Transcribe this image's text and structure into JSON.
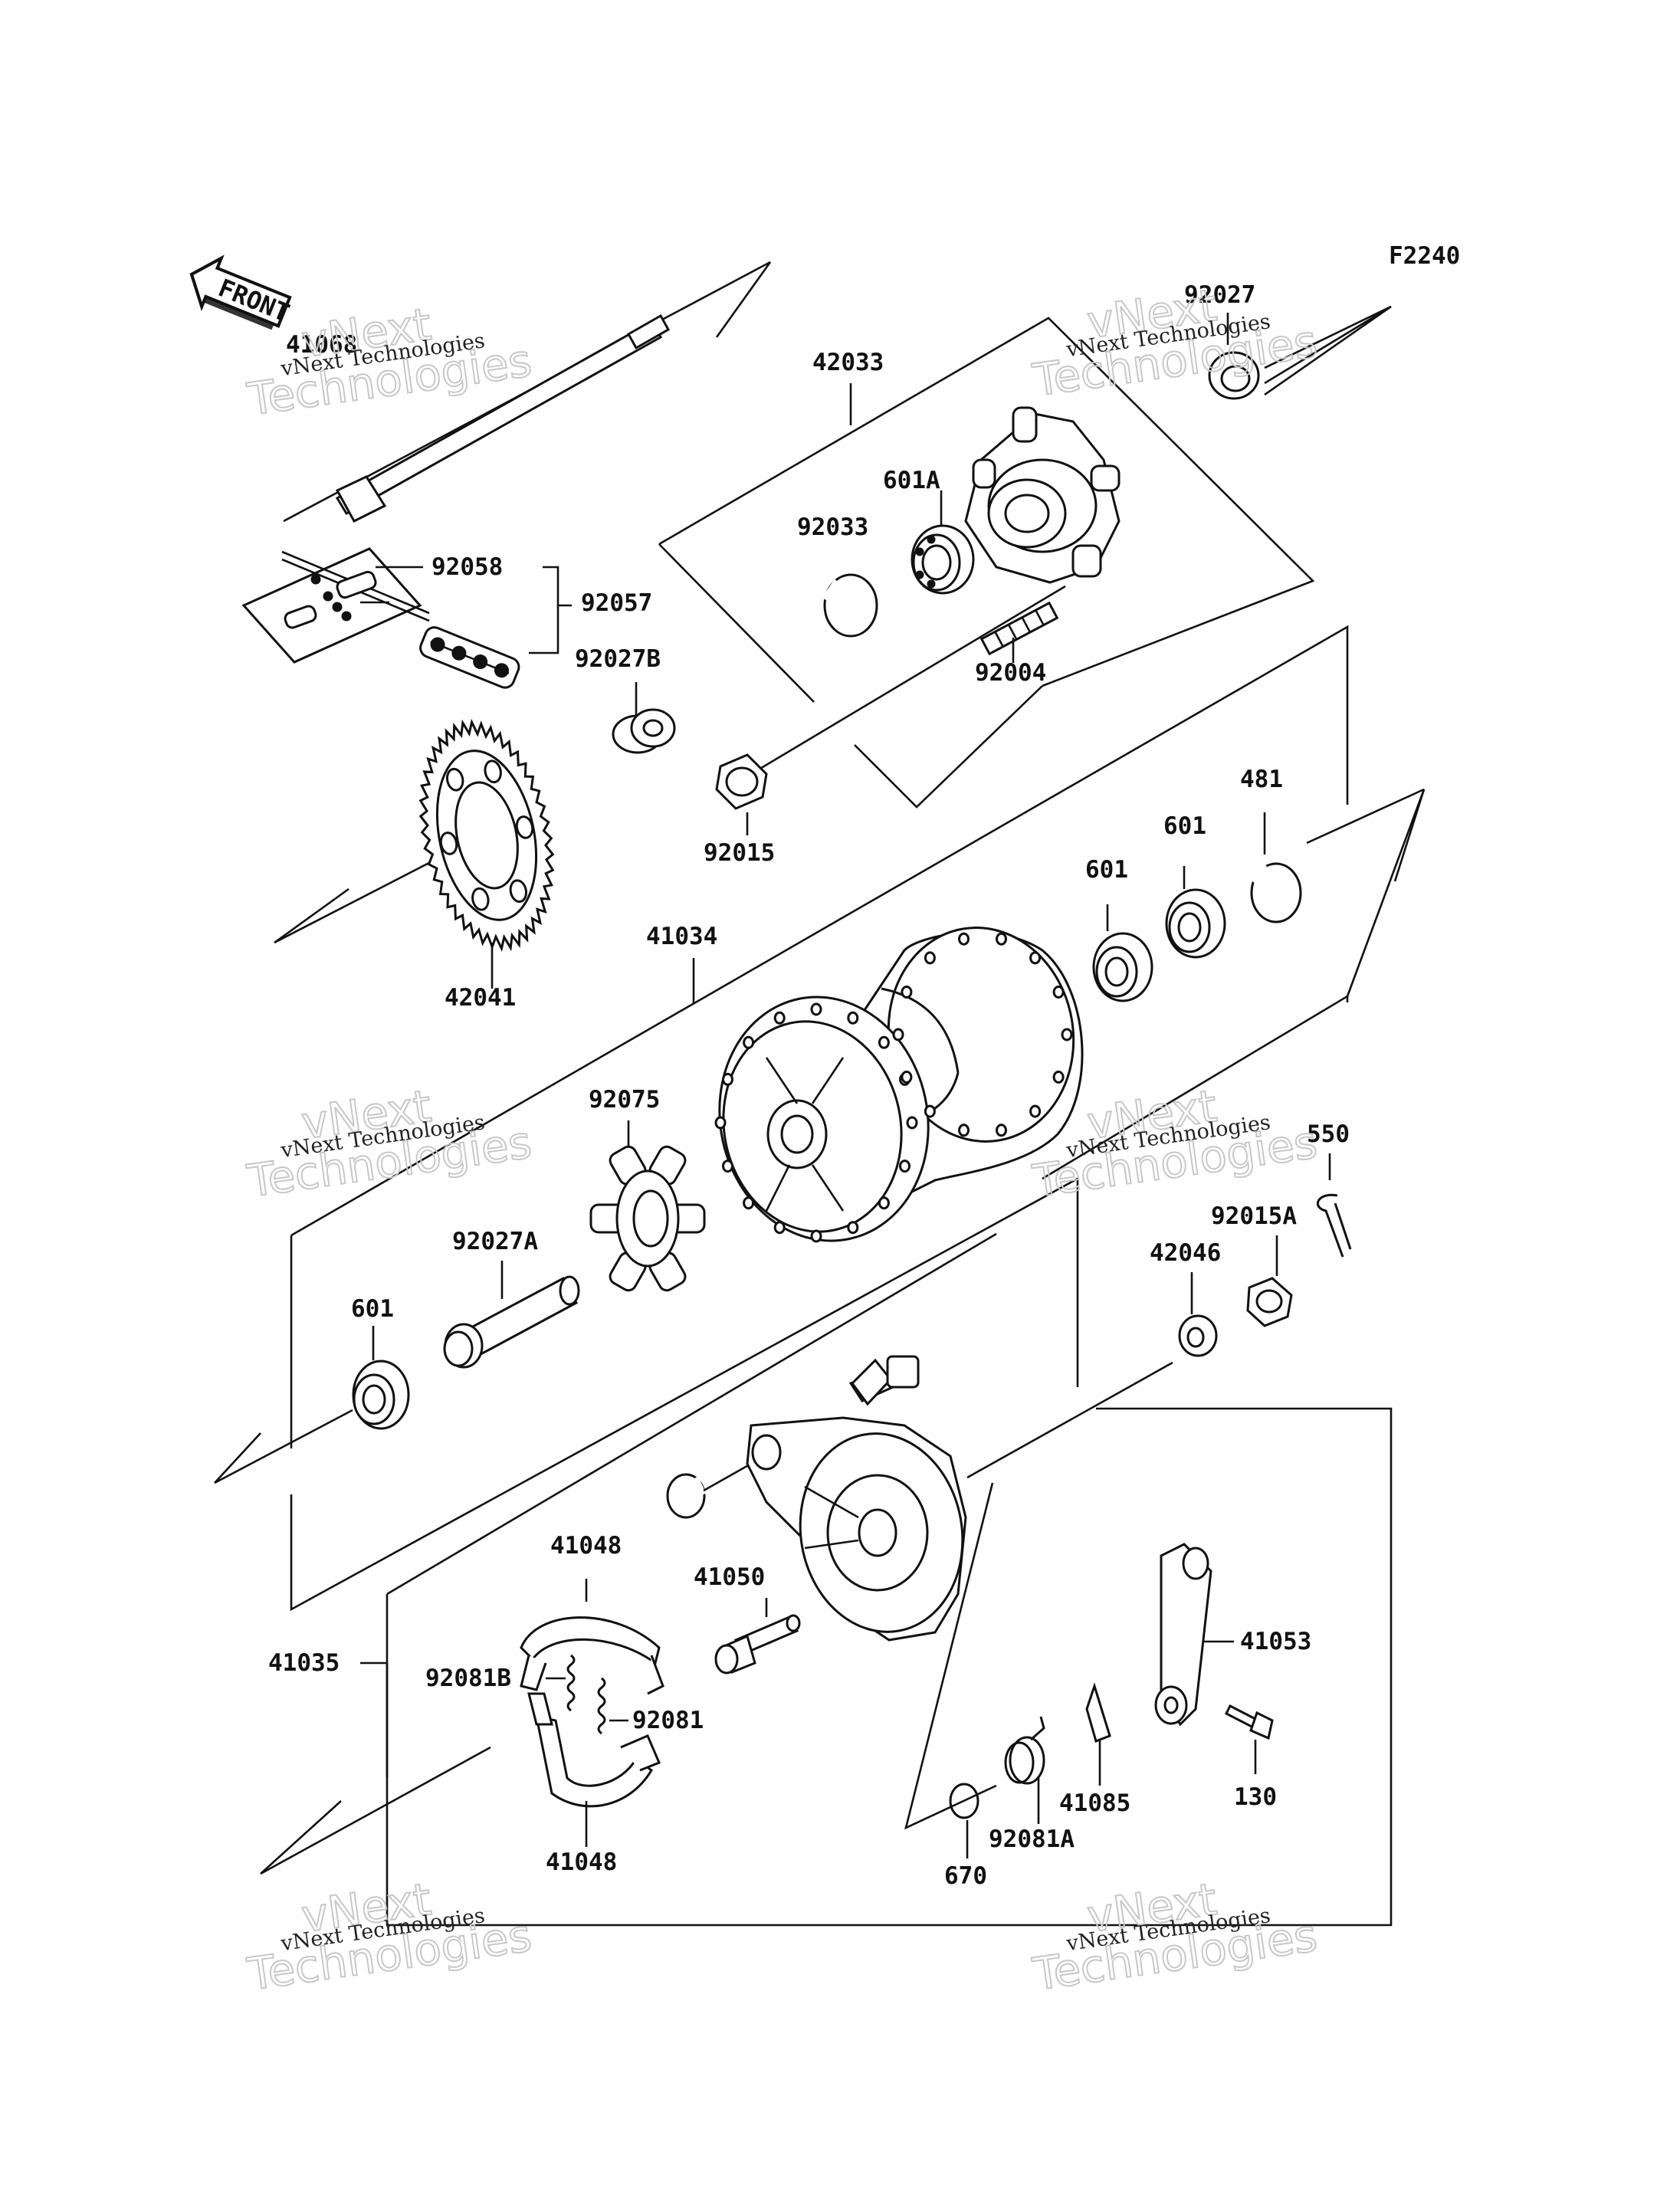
{
  "figure_code": "F2240",
  "front_label": "FRONT",
  "watermark": {
    "line1": "vNext Technologies",
    "line2": "vNext",
    "line3": "Technologies"
  },
  "parts": [
    {
      "id": "41068"
    },
    {
      "id": "92058"
    },
    {
      "id": "92057"
    },
    {
      "id": "92027B"
    },
    {
      "id": "42041"
    },
    {
      "id": "42033"
    },
    {
      "id": "92033"
    },
    {
      "id": "601A"
    },
    {
      "id": "92004"
    },
    {
      "id": "92015"
    },
    {
      "id": "92027"
    },
    {
      "id": "481"
    },
    {
      "id": "601"
    },
    {
      "id": "601"
    },
    {
      "id": "41034"
    },
    {
      "id": "92075"
    },
    {
      "id": "92027A"
    },
    {
      "id": "601"
    },
    {
      "id": "550"
    },
    {
      "id": "92015A"
    },
    {
      "id": "42046"
    },
    {
      "id": "41048"
    },
    {
      "id": "41050"
    },
    {
      "id": "41035"
    },
    {
      "id": "92081B"
    },
    {
      "id": "92081"
    },
    {
      "id": "41048"
    },
    {
      "id": "41053"
    },
    {
      "id": "41085"
    },
    {
      "id": "130"
    },
    {
      "id": "92081A"
    },
    {
      "id": "670"
    }
  ]
}
